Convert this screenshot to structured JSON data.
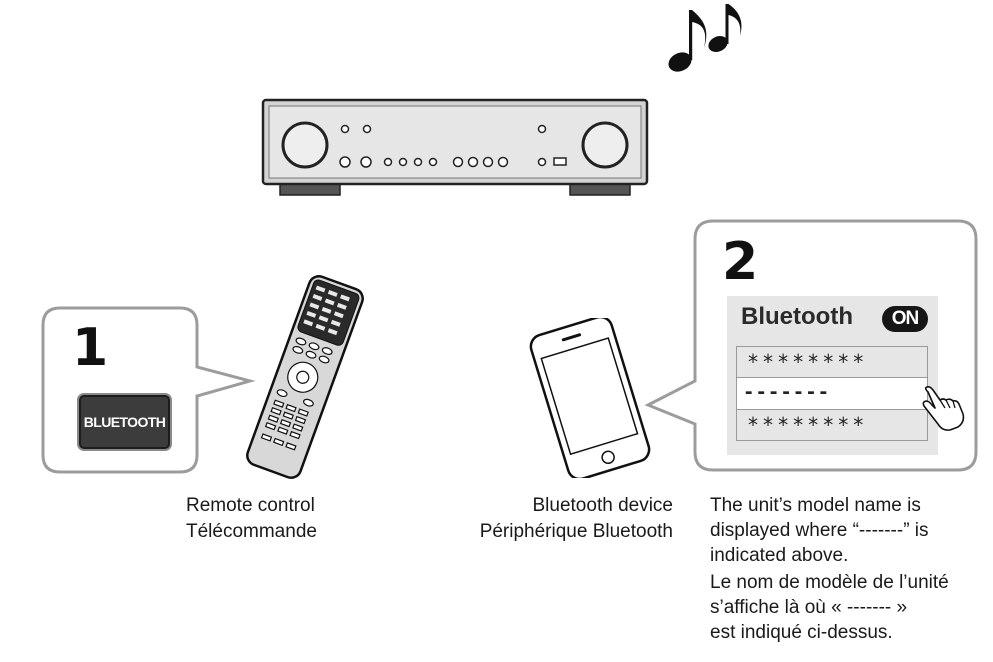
{
  "step1": {
    "number": "1",
    "button_label": "BLUETOOTH"
  },
  "step2": {
    "number": "2",
    "screen_title": "Bluetooth",
    "status_badge": "ON",
    "rows": [
      "********",
      "-------",
      "********"
    ]
  },
  "captions": {
    "remote_en": "Remote control",
    "remote_fr": "Télécommande",
    "device_en": "Bluetooth device",
    "device_fr": "Périphérique Bluetooth",
    "note_en_1": "The unit’s model name is",
    "note_en_2": "displayed where “-------” is",
    "note_en_3": "indicated above.",
    "note_fr_1": "Le nom de modèle de l’unité",
    "note_fr_2": "s’affiche là où « ------- »",
    "note_fr_3": "est indiqué ci-dessus."
  }
}
